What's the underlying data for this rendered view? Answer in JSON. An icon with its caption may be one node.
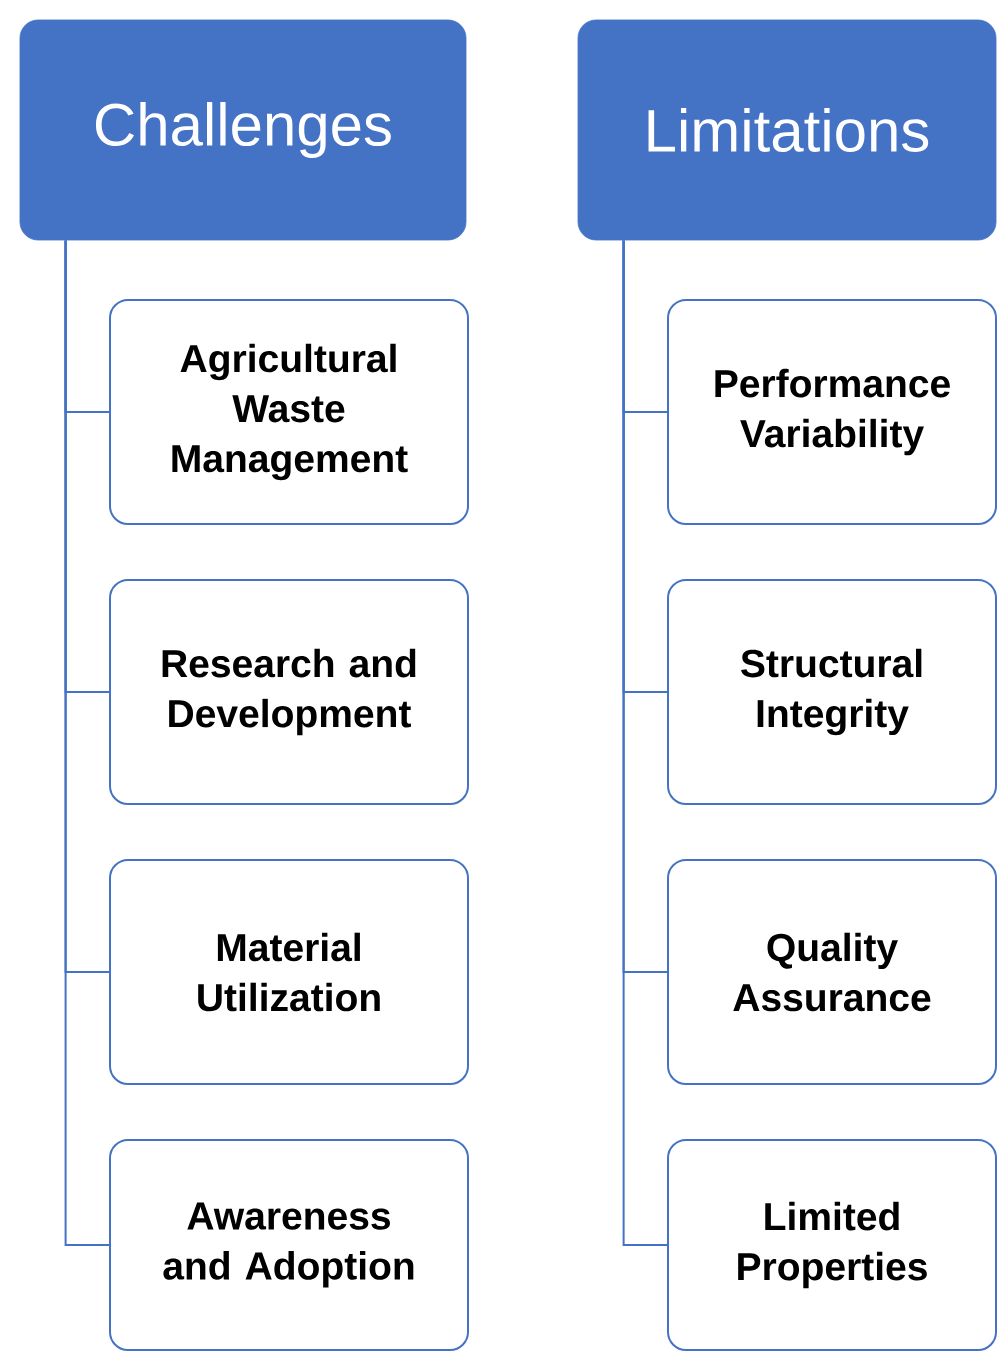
{
  "diagram": {
    "nodes": [
      {
        "text": [
          "Challenges"
        ]
      },
      {
        "text": [
          "Agricultural Waste Management"
        ]
      },
      {
        "text": [
          "Research and Development"
        ]
      },
      {
        "text": [
          "Material Utilization"
        ]
      },
      {
        "text": [
          "Awareness and Adoption"
        ]
      },
      {
        "text": [
          "Limitations"
        ]
      },
      {
        "text": [
          "Performance Variability"
        ]
      },
      {
        "text": [
          "Structural Integrity"
        ]
      },
      {
        "text": [
          "Quality Assurance"
        ]
      },
      {
        "text": [
          "Limited Properties"
        ]
      }
    ],
    "edges": [
      {
        "from": 0,
        "to": 1,
        "arrow": "none"
      },
      {
        "from": 0,
        "to": 2,
        "arrow": "none"
      },
      {
        "from": 0,
        "to": 3,
        "arrow": "none"
      },
      {
        "from": 0,
        "to": 4,
        "arrow": "none"
      },
      {
        "from": 5,
        "to": 6,
        "arrow": "none"
      },
      {
        "from": 5,
        "to": 7,
        "arrow": "none"
      },
      {
        "from": 5,
        "to": 8,
        "arrow": "none"
      },
      {
        "from": 5,
        "to": 9,
        "arrow": "none"
      }
    ]
  }
}
